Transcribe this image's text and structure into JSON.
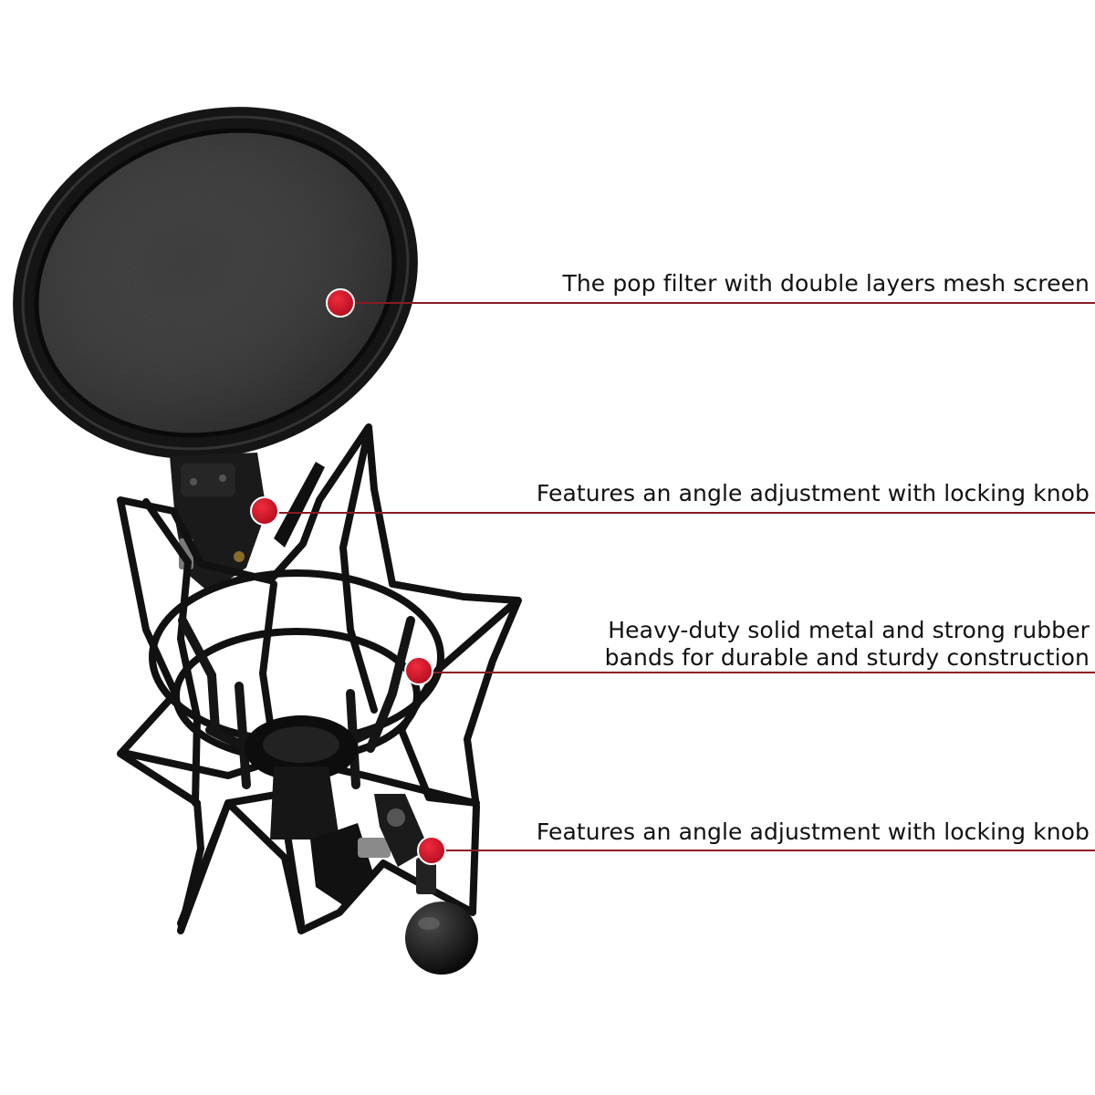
{
  "accent_color": "#c8102e",
  "line_color": "#8b1a24",
  "callouts": [
    {
      "id": "pop-filter",
      "lines": [
        "The pop filter with double layers mesh screen"
      ]
    },
    {
      "id": "upper-angle-adjustment",
      "lines": [
        "Features an angle adjustment with locking knob"
      ]
    },
    {
      "id": "metal-frame",
      "lines": [
        "Heavy-duty solid metal and strong rubber",
        "bands for durable and sturdy construction"
      ]
    },
    {
      "id": "lower-angle-adjustment",
      "lines": [
        "Features an angle adjustment with locking knob"
      ]
    }
  ]
}
